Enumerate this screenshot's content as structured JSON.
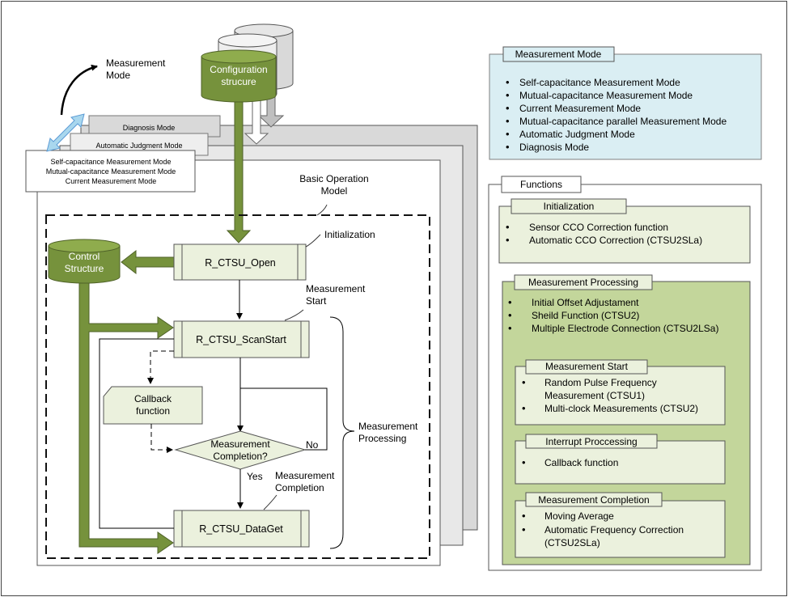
{
  "left": {
    "config_label": [
      "Configuration",
      "strucure"
    ],
    "measurement_mode_label": [
      "Measurement",
      "Mode"
    ],
    "stack_modes": {
      "diagnosis": "Diagnosis Mode",
      "auto_judgment": "Automatic Judgment Mode",
      "front": [
        "Self-capacitance Measurement Mode",
        "Mutual-capacitance Measurement Mode",
        "Current Measurement Mode"
      ]
    },
    "basic_op_label": [
      "Basic Operation",
      "Model"
    ],
    "control_structure": [
      "Control",
      "Structure"
    ],
    "initialization": "Initialization",
    "open": "R_CTSU_Open",
    "measurement_start": [
      "Measurement",
      "Start"
    ],
    "scan_start": "R_CTSU_ScanStart",
    "callback": [
      "Callback",
      "function"
    ],
    "decision": [
      "Measurement",
      "Completion?"
    ],
    "no": "No",
    "yes": "Yes",
    "measurement_completion": [
      "Measurement",
      "Completion"
    ],
    "measurement_processing": [
      "Measurement",
      "Processing"
    ],
    "data_get": "R_CTSU_DataGet"
  },
  "mode_panel": {
    "title": "Measurement Mode",
    "items": [
      "Self-capacitance Measurement Mode",
      "Mutual-capacitance Measurement Mode",
      "Current Measurement Mode",
      "Mutual-capacitance parallel Measurement Mode",
      "Automatic Judgment Mode",
      "Diagnosis Mode"
    ]
  },
  "functions_panel": {
    "title": "Functions",
    "initialization": {
      "title": "Initialization",
      "items": [
        "Sensor CCO Correction function",
        "Automatic CCO Correction (CTSU2SLa)"
      ]
    },
    "processing": {
      "title": "Measurement Processing",
      "items": [
        "Initial Offset Adjustament",
        "Sheild Function (CTSU2)",
        "Multiple Electrode Connection (CTSU2LSa)"
      ],
      "start": {
        "title": "Measurement Start",
        "items": [
          [
            "Random Pulse Frequency",
            "Measurement (CTSU1)"
          ],
          [
            "Multi-clock Measurements (CTSU2)"
          ]
        ]
      },
      "interrupt": {
        "title": "Interrupt Proccessing",
        "items": [
          "Callback function"
        ]
      },
      "completion": {
        "title": "Measurement Completion",
        "items": [
          [
            "Moving Average"
          ],
          [
            "Automatic Frequency Correction",
            "(CTSU2SLa)"
          ]
        ]
      }
    }
  },
  "colors": {
    "green_dark": "#76923c",
    "green_light": "#ebf1dd",
    "green_panel": "#c3d69b",
    "blue_panel": "#daeef3",
    "gray": "#d9d9d9"
  }
}
